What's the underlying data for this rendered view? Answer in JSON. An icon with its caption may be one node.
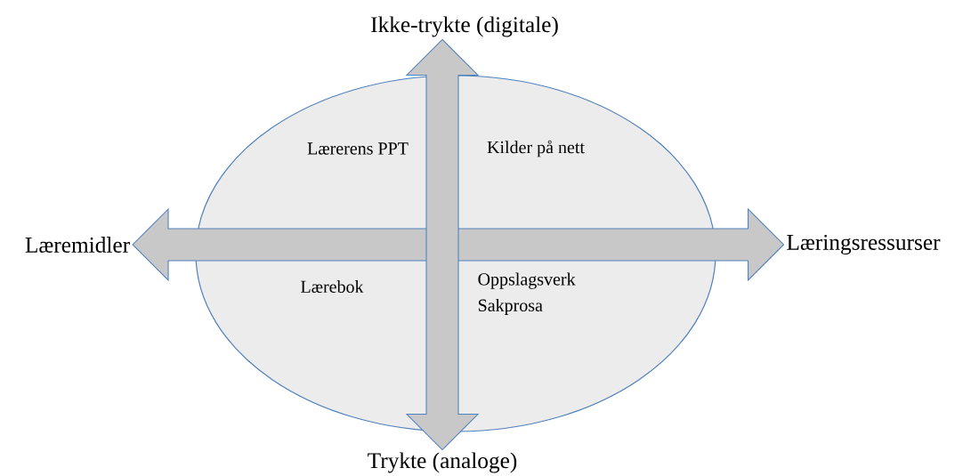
{
  "diagram": {
    "nodes": [
      {
        "text": [
          "Lærerens PPT",
          "Kilder på nett",
          "Lærebok",
          "Oppslagsverk Sakprosa"
        ]
      },
      {
        "text": [
          "Læremidler"
        ]
      },
      {
        "text": [
          "Læringsressurser"
        ]
      },
      {
        "text": [
          "Ikke-trykte (digitale)"
        ]
      },
      {
        "text": [
          "Trykte (analoge)"
        ]
      }
    ],
    "edges": [
      {
        "from": 1,
        "to": 2,
        "arrow": "both"
      },
      {
        "from": 3,
        "to": 4,
        "arrow": "both"
      }
    ]
  }
}
